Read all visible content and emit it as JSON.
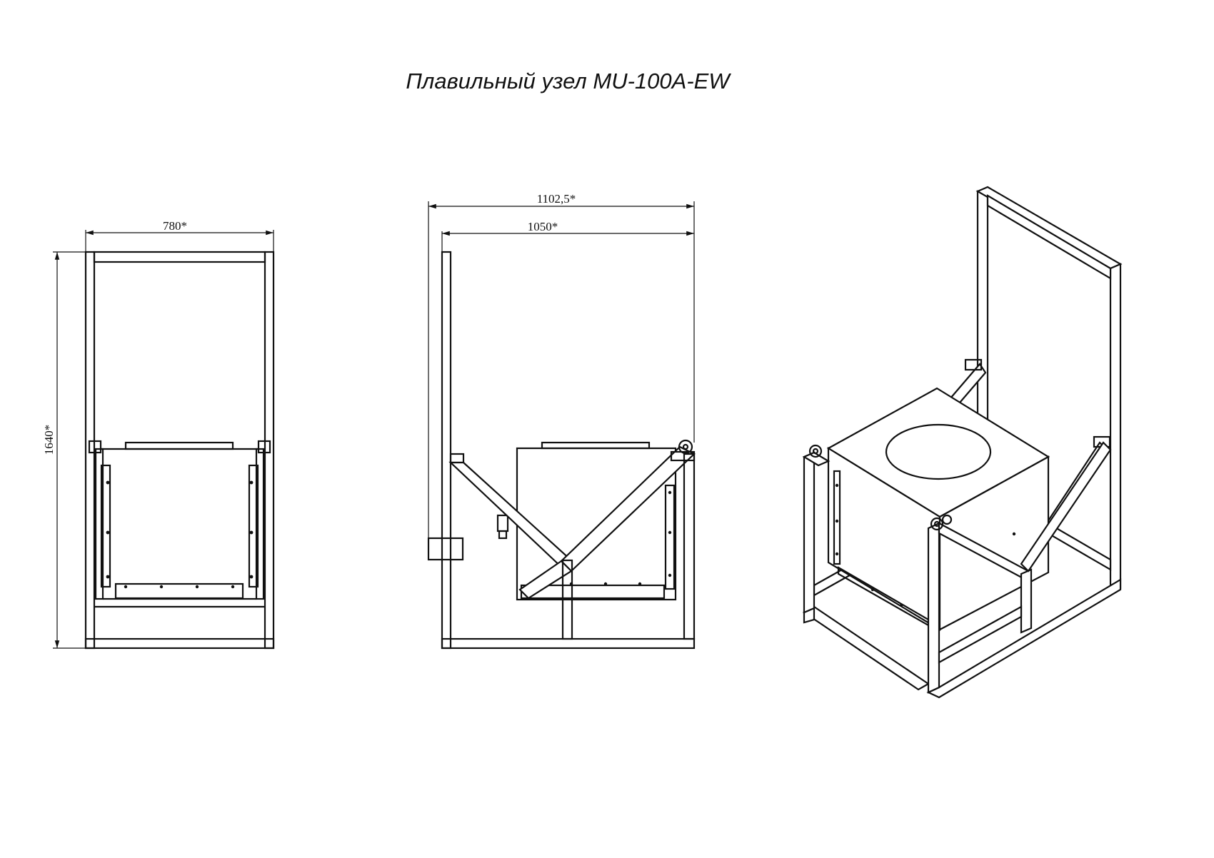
{
  "title": "Плавильный узел MU-100A-EW",
  "front_view": {
    "width_label": "780*",
    "height_label": "1640*"
  },
  "side_view": {
    "overall_width_label": "1102,5*",
    "inner_width_label": "1050*"
  }
}
